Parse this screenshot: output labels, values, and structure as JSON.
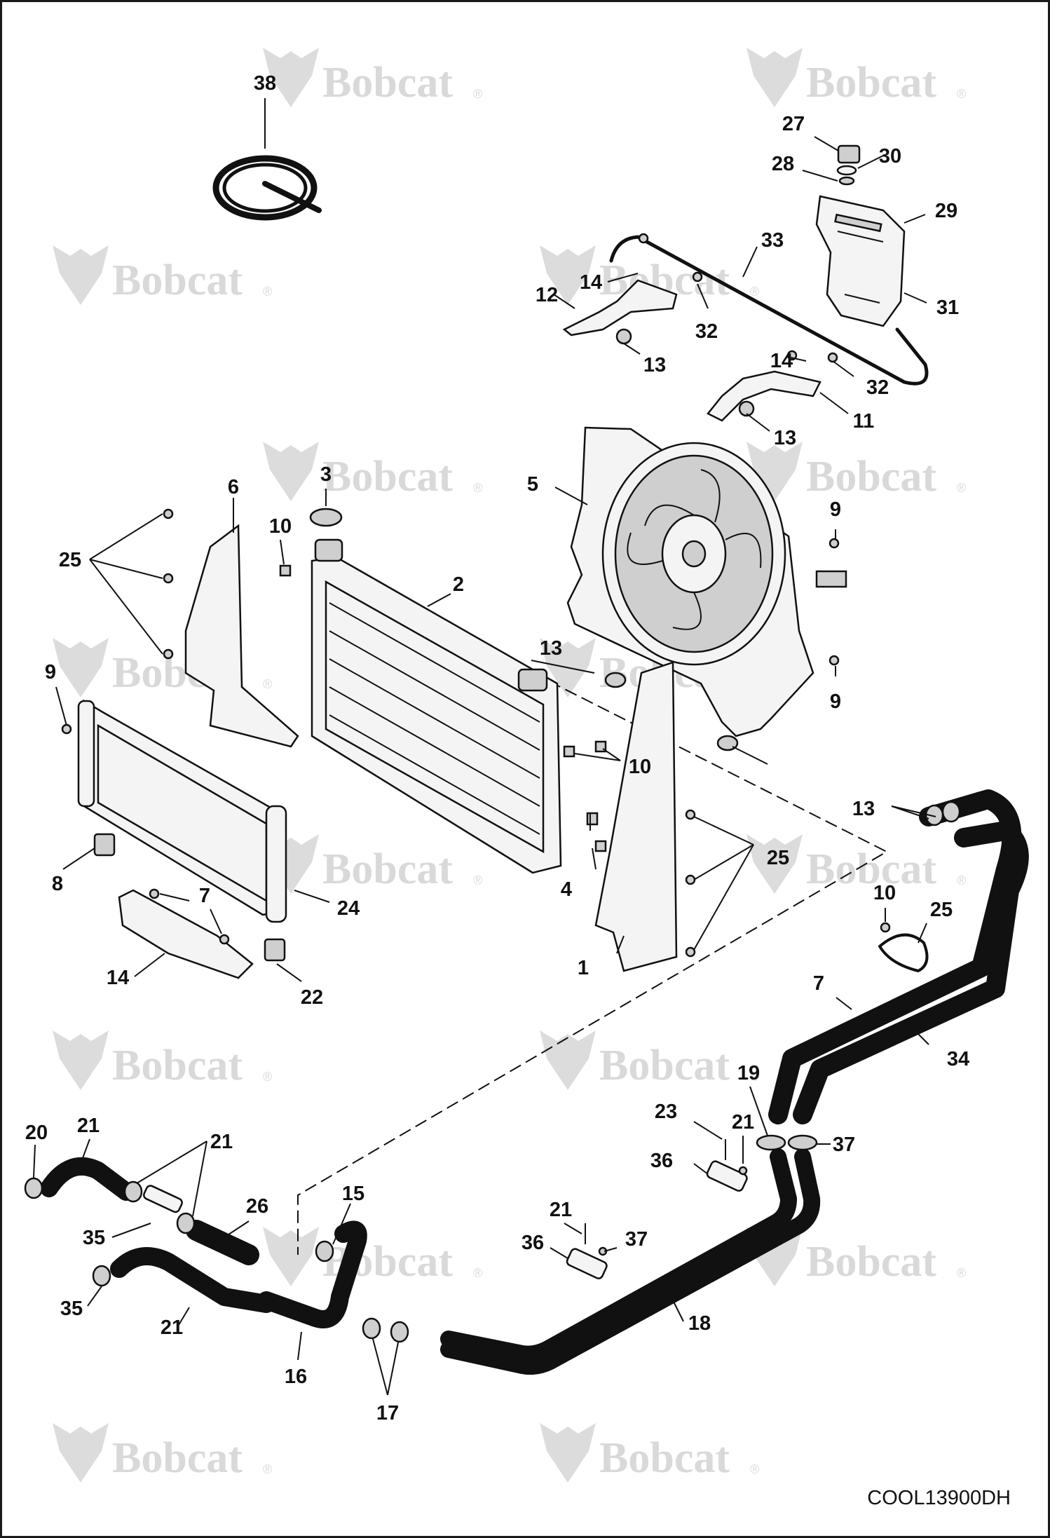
{
  "watermark": {
    "brand": "Bobcat",
    "mark": "®"
  },
  "drawing_code": "COOL13900DH",
  "callouts": [
    "38",
    "27",
    "30",
    "28",
    "29",
    "33",
    "14",
    "12",
    "32",
    "31",
    "13",
    "14",
    "32",
    "11",
    "13",
    "3",
    "5",
    "6",
    "10",
    "25",
    "9",
    "2",
    "13",
    "9",
    "9",
    "10",
    "13",
    "8",
    "24",
    "7",
    "4",
    "25",
    "10",
    "25",
    "14",
    "22",
    "1",
    "7",
    "34",
    "19",
    "20",
    "21",
    "23",
    "21",
    "37",
    "36",
    "21",
    "35",
    "26",
    "15",
    "21",
    "37",
    "36",
    "35",
    "21",
    "18",
    "16",
    "17",
    "21"
  ]
}
